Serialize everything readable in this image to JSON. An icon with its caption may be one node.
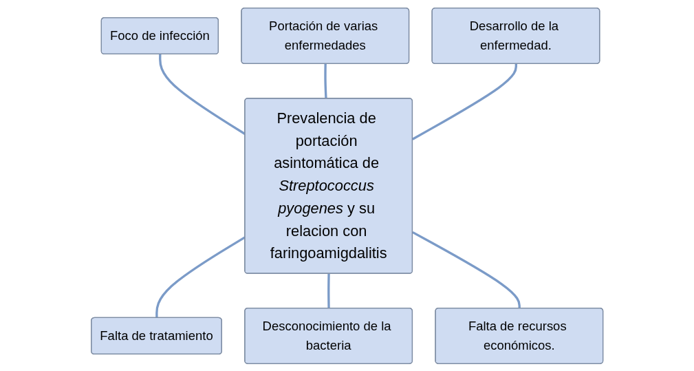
{
  "diagram": {
    "nodes": [
      {
        "text": [
          "Foco de infección"
        ]
      },
      {
        "text": [
          "Portación de varias enfermedades"
        ]
      },
      {
        "text": [
          "Desarrollo de la enfermedad."
        ]
      },
      {
        "text": [
          "Prevalencia de portación asintomática de *Streptococcus pyogenes* y su relacion con faringoamigdalitis"
        ]
      },
      {
        "text": [
          "Falta de tratamiento"
        ]
      },
      {
        "text": [
          "Desconocimiento de la bacteria"
        ]
      },
      {
        "text": [
          "Falta de recursos económicos."
        ]
      }
    ],
    "edges": [
      {
        "from": 0,
        "to": 3,
        "arrow": "none"
      },
      {
        "from": 1,
        "to": 3,
        "arrow": "none"
      },
      {
        "from": 2,
        "to": 3,
        "arrow": "none"
      },
      {
        "from": 3,
        "to": 4,
        "arrow": "none"
      },
      {
        "from": 3,
        "to": 5,
        "arrow": "none"
      },
      {
        "from": 3,
        "to": 6,
        "arrow": "none"
      }
    ]
  }
}
